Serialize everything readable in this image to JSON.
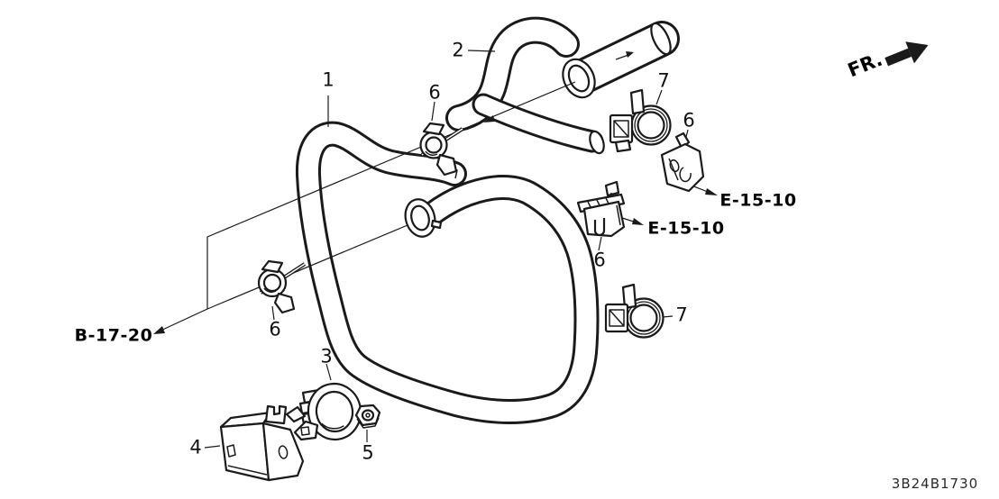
{
  "diagram": {
    "code": "3B24B1730",
    "direction_indicator": "FR.",
    "callouts": [
      {
        "label": "1"
      },
      {
        "label": "2"
      },
      {
        "label": "3"
      },
      {
        "label": "4"
      },
      {
        "label": "5"
      },
      {
        "label": "6"
      },
      {
        "label": "6"
      },
      {
        "label": "6"
      },
      {
        "label": "6"
      },
      {
        "label": "7"
      },
      {
        "label": "7"
      }
    ],
    "references": [
      {
        "label": "B-17-20"
      },
      {
        "label": "E-15-10"
      },
      {
        "label": "E-15-10"
      }
    ],
    "colors": {
      "line": "#1a1a1a",
      "background": "#ffffff"
    }
  }
}
